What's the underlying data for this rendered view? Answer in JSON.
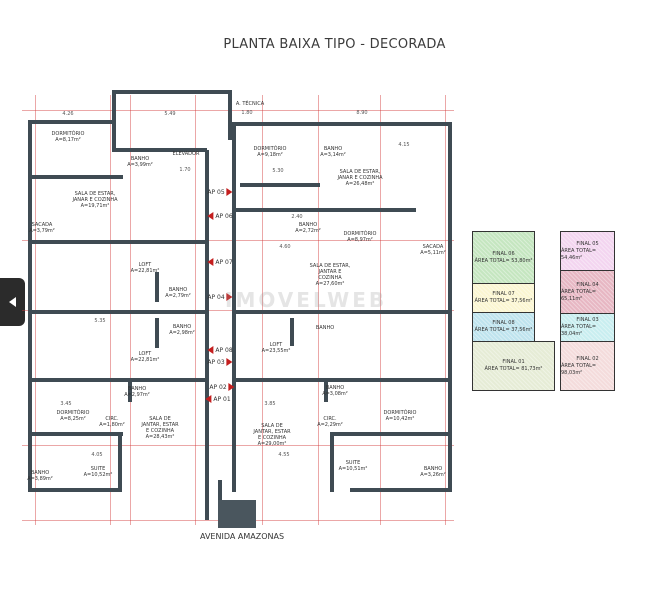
{
  "title": "PLANTA BAIXA TIPO - DECORADA",
  "street": "AVENIDA AMAZONAS",
  "watermark": "IMOVELWEB",
  "rooms": [
    {
      "name": "A. TÉCNICA",
      "area": ""
    },
    {
      "name": "DORMITÓRIO",
      "area": "A=8,17m²"
    },
    {
      "name": "BANHO",
      "area": "A=3,99m²"
    },
    {
      "name": "ELEVADOR",
      "area": ""
    },
    {
      "name": "SALA DE ESTAR,\nJANAR E COZINHA",
      "area": "A=19,71m²"
    },
    {
      "name": "SACADA",
      "area": "A=3,79m²"
    },
    {
      "name": "DORMITÓRIO",
      "area": "A=9,18m²"
    },
    {
      "name": "BANHO",
      "area": "A=3,14m²"
    },
    {
      "name": "SALA DE ESTAR,\nJANAR E COZINHA",
      "area": "A=26,48m²"
    },
    {
      "name": "BANHO",
      "area": "A=2,72m²"
    },
    {
      "name": "DORMITÓRIO",
      "area": "A=8,97m²"
    },
    {
      "name": "SACADA",
      "area": "A=5,11m²"
    },
    {
      "name": "LOFT",
      "area": "A=22,81m²"
    },
    {
      "name": "BANHO",
      "area": "A=2,79m²"
    },
    {
      "name": "SALA DE ESTAR,\nJANTAR E\nCOZINHA",
      "area": "A=27,60m²"
    },
    {
      "name": "BANHO",
      "area": "A=2,98m²"
    },
    {
      "name": "BANHO",
      "area": ""
    },
    {
      "name": "LOFT",
      "area": "A=22,81m²"
    },
    {
      "name": "LOFT",
      "area": "A=23,55m²"
    },
    {
      "name": "BANHO",
      "area": "A=2,97m²"
    },
    {
      "name": "DORMITÓRIO",
      "area": "A=8,25m²"
    },
    {
      "name": "CIRC.",
      "area": "A=1,80m²"
    },
    {
      "name": "SALA DE\nJANTAR, ESTAR\nE COZINHA",
      "area": "A=28,43m²"
    },
    {
      "name": "BANHO",
      "area": "A=3,08m²"
    },
    {
      "name": "DORMITÓRIO",
      "area": "A=10,42m²"
    },
    {
      "name": "CIRC.",
      "area": "A=2,29m²"
    },
    {
      "name": "SALA DE\nJANTAR, ESTAR\nE COZINHA",
      "area": "A=29,00m²"
    },
    {
      "name": "SUITE",
      "area": "A=10,52m²"
    },
    {
      "name": "BANHO",
      "area": "A=3,89m²"
    },
    {
      "name": "SUITE",
      "area": "A=10,51m²"
    },
    {
      "name": "BANHO",
      "area": "A=3,26m²"
    }
  ],
  "apartments": [
    "AP 05",
    "AP 06",
    "AP 07",
    "AP 04",
    "AP 08",
    "AP 03",
    "AP 02",
    "AP 01"
  ],
  "dimensions": [
    "4.26",
    "5.49",
    "1.80",
    "8.90",
    "5.30",
    "4.15",
    "4.60",
    "5.35",
    "3.45",
    "4.05",
    "3.85",
    "4.55",
    "1.70",
    "2.40"
  ],
  "legend": [
    {
      "name": "FINAL 06",
      "area": "ÁREA TOTAL= 53,80m²",
      "color": "#c5e6c0"
    },
    {
      "name": "FINAL 07",
      "area": "ÁREA TOTAL= 37,56m²",
      "color": "#fbf6d2"
    },
    {
      "name": "FINAL 08",
      "area": "ÁREA TOTAL= 37,56m²",
      "color": "#bfe4ee"
    },
    {
      "name": "FINAL 01",
      "area": "ÁREA TOTAL= 81,73m²",
      "color": "#e6ecd6"
    },
    {
      "name": "FINAL 05",
      "area": "ÁREA TOTAL= 54,46m²",
      "color": "#f3d5f0"
    },
    {
      "name": "FINAL 04",
      "area": "ÁREA TOTAL= 65,11m²",
      "color": "#e7b7c3"
    },
    {
      "name": "FINAL 03",
      "area": "ÁREA TOTAL= 38,04m²",
      "color": "#c9eef0"
    },
    {
      "name": "FINAL 02",
      "area": "ÁREA TOTAL= 98,03m²",
      "color": "#f4dcdc"
    }
  ]
}
